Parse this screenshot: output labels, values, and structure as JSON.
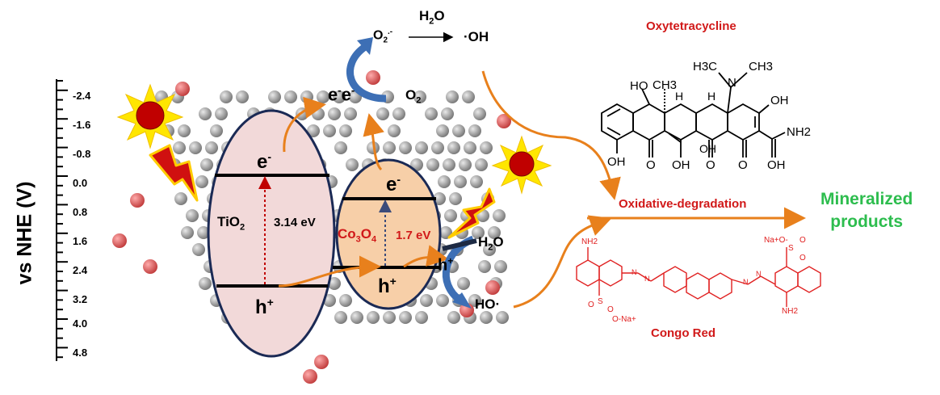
{
  "axis": {
    "label": "vs NHE (V)",
    "ticks": [
      "-2.4",
      "-1.6",
      "-0.8",
      "0.0",
      "0.8",
      "1.6",
      "2.4",
      "3.2",
      "4.0",
      "4.8"
    ]
  },
  "tio2": {
    "name": "TiO",
    "sub": "2",
    "gap": "3.14 eV",
    "electron": "e",
    "electron_sup": "-",
    "hole": "h",
    "hole_sup": "+"
  },
  "co3o4": {
    "name_a": "Co",
    "sub_a": "3",
    "name_b": "O",
    "sub_b": "4",
    "gap": "1.7 eV",
    "electron": "e",
    "electron_sup": "-",
    "hole": "h",
    "hole_sup": "+"
  },
  "reactions": {
    "ee_label": "e",
    "ee_sup": "-",
    "ee_label2": "e",
    "ee_sup2": "-",
    "o2": "O",
    "o2_sub": "2",
    "superoxide": "O",
    "superoxide_sub": "2",
    "superoxide_sup": ".-",
    "h2o_top": "H",
    "h2o_top_sub": "2",
    "h2o_top_end": "O",
    "oh_radical": "·OH",
    "hole_right": "h",
    "hole_right_sup": "+",
    "h2o_right": "H",
    "h2o_right_sub": "2",
    "h2o_right_end": "O",
    "ho_radical": "HO·"
  },
  "pollutants": {
    "oxytetracycline": "Oxytetracycline",
    "congo_red": "Congo Red"
  },
  "process": {
    "degradation": "Oxidative-degradation",
    "product_line1": "Mineralized",
    "product_line2": "products"
  },
  "chem_labels": {
    "otc": [
      "CH3",
      "H3C",
      "CH3",
      "N",
      "HO",
      "H",
      "H",
      "OH",
      "OH",
      "OH",
      "OH",
      "O",
      "O",
      "O",
      "NH2",
      "OH"
    ],
    "congo": [
      "NH2",
      "Na+O-",
      "O",
      "S",
      "O",
      "N",
      "N",
      "N",
      "N",
      "O",
      "S",
      "O",
      "O-Na+",
      "NH2"
    ]
  },
  "colors": {
    "ellipse_stroke": "#1b2a55",
    "tio2_fill": "#f2d9d9",
    "co3o4_fill": "#f7cfa8",
    "arrow_orange": "#e8801c",
    "arrow_blue": "#3d6fb5",
    "red_text": "#d11919",
    "green_text": "#2dbd4e"
  }
}
